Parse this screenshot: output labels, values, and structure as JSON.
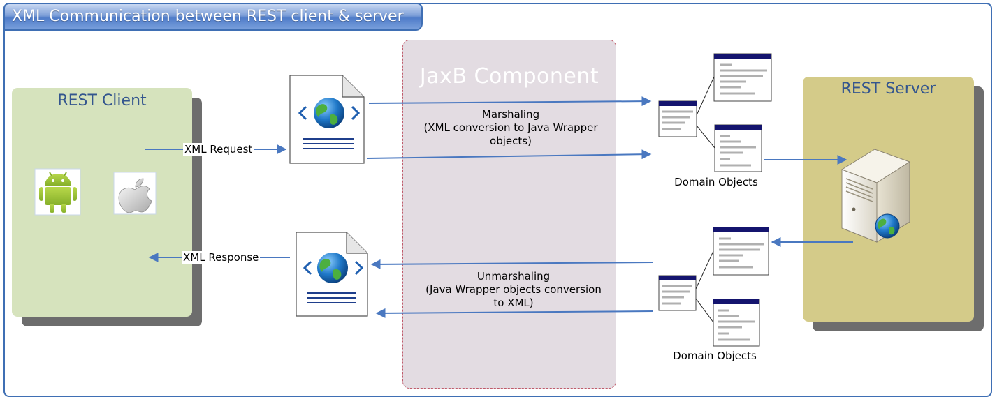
{
  "title": "XML Communication between REST client & server",
  "client": {
    "title": "REST Client",
    "icons": [
      "android-icon",
      "apple-icon"
    ]
  },
  "server": {
    "title": "REST Server",
    "icons": [
      "server-icon",
      "globe-icon"
    ]
  },
  "jaxb": {
    "title": "JaxB Component"
  },
  "request": {
    "label": "XML Request"
  },
  "response": {
    "label": "XML Response"
  },
  "marshaling": {
    "line1": "Marshaling",
    "line2": "(XML conversion to Java Wrapper",
    "line3": "objects)"
  },
  "unmarshaling": {
    "line1": "Unmarshaling",
    "line2": "(Java Wrapper objects conversion",
    "line3": "to XML)"
  },
  "domain_top": {
    "label": "Domain Objects"
  },
  "domain_bottom": {
    "label": "Domain Objects"
  },
  "colors": {
    "frame": "#3f6fb4",
    "client": "#d6e3bd",
    "server": "#d4cb89",
    "jaxb": "#e3dce2",
    "arrow": "#4a78c0"
  }
}
